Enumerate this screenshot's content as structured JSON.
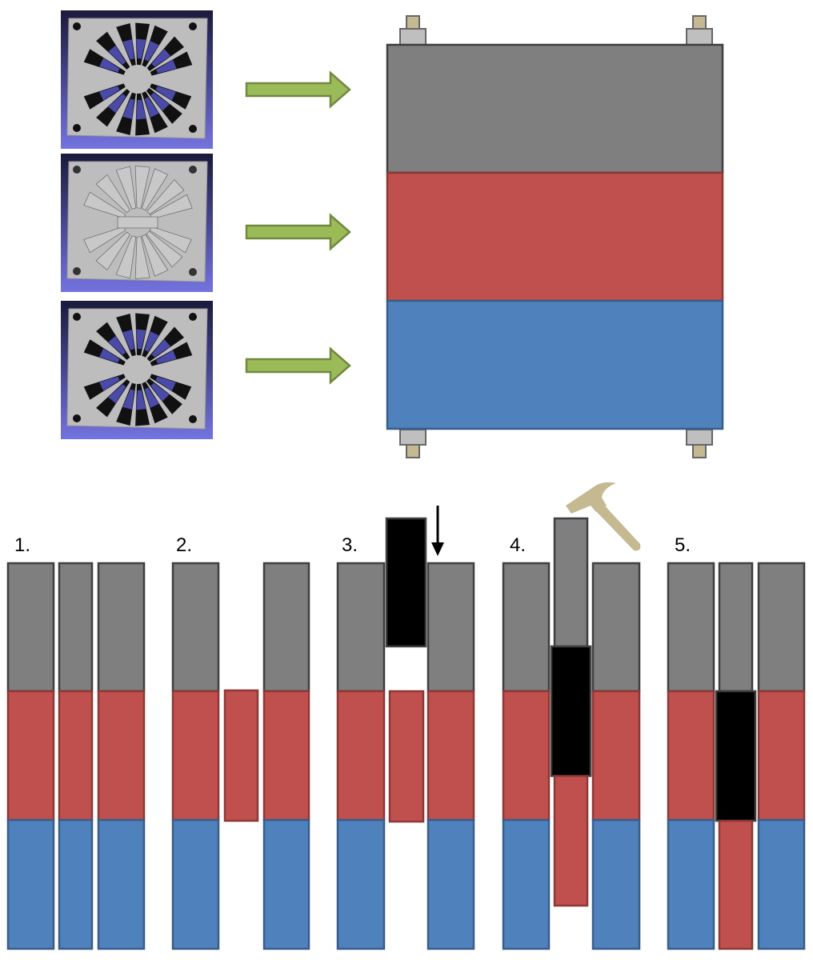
{
  "step_labels": [
    "1.",
    "2.",
    "3.",
    "4.",
    "5."
  ],
  "colors": {
    "gray": "#7f7f7f",
    "gray_border": "#3f3f3f",
    "red": "#c0504d",
    "red_border": "#8c3836",
    "blue": "#4f81bd",
    "blue_border": "#385d8a",
    "arrow": "#9bbb59",
    "arrow_border": "#71893f",
    "black": "#000000",
    "hammer": "#c4b990"
  },
  "plates": [
    {
      "type": "slotted"
    },
    {
      "type": "outline"
    },
    {
      "type": "slotted"
    }
  ]
}
